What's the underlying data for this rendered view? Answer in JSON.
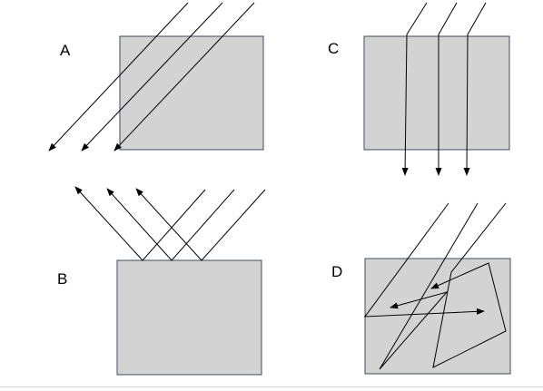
{
  "labels": {
    "a": "A",
    "b": "B",
    "c": "C",
    "d": "D"
  },
  "colors": {
    "block_fill": "#d3d3d3",
    "block_stroke": "#404a5a",
    "arrow": "#000000",
    "background": "#ffffff"
  }
}
